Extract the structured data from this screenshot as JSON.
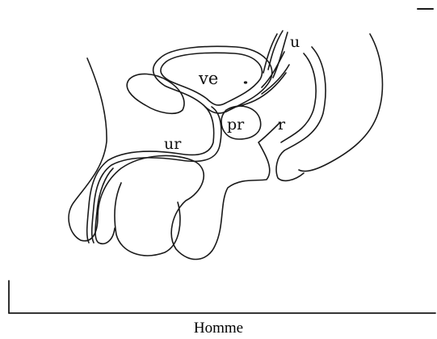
{
  "figure": {
    "caption": "Homme",
    "colors": {
      "stroke": "#1a1a1a",
      "background": "#ffffff"
    },
    "labels": {
      "bladder": "ve",
      "urethra": "ur",
      "prostate": "pr",
      "rectum": "r",
      "ureter": "u"
    }
  }
}
